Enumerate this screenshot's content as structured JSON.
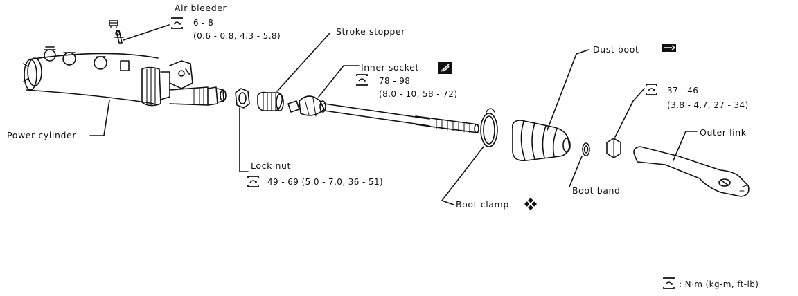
{
  "labels": {
    "air_bleeder": "Air bleeder",
    "stroke_stopper": "Stroke stopper",
    "inner_socket": "Inner socket",
    "dust_boot": "Dust boot",
    "power_cylinder": "Power cylinder",
    "lock_nut": "Lock nut",
    "boot_clamp": "Boot clamp",
    "boot_band": "Boot band",
    "outer_link": "Outer link"
  },
  "torques": {
    "air_bleeder": {
      "value": "6 - 8",
      "detail": "(0.6 - 0.8, 4.3 - 5.8)"
    },
    "inner_socket": {
      "value": "78 - 98",
      "detail": "(8.0 - 10, 58 - 72)"
    },
    "lock_nut": {
      "value": "49 - 69 (5.0 - 7.0, 36 - 51)"
    },
    "outer_link": {
      "value": "37 - 46",
      "detail": "(3.8 - 4.7, 27 - 34)"
    }
  },
  "legend": {
    "unit": ": N·m (kg-m, ft-lb)"
  },
  "icons": [
    "torque-wrench-icon",
    "grease-icon",
    "replace-part-icon",
    "boot-clamp-symbol-icon",
    "air-bleeder-cap-icon"
  ]
}
